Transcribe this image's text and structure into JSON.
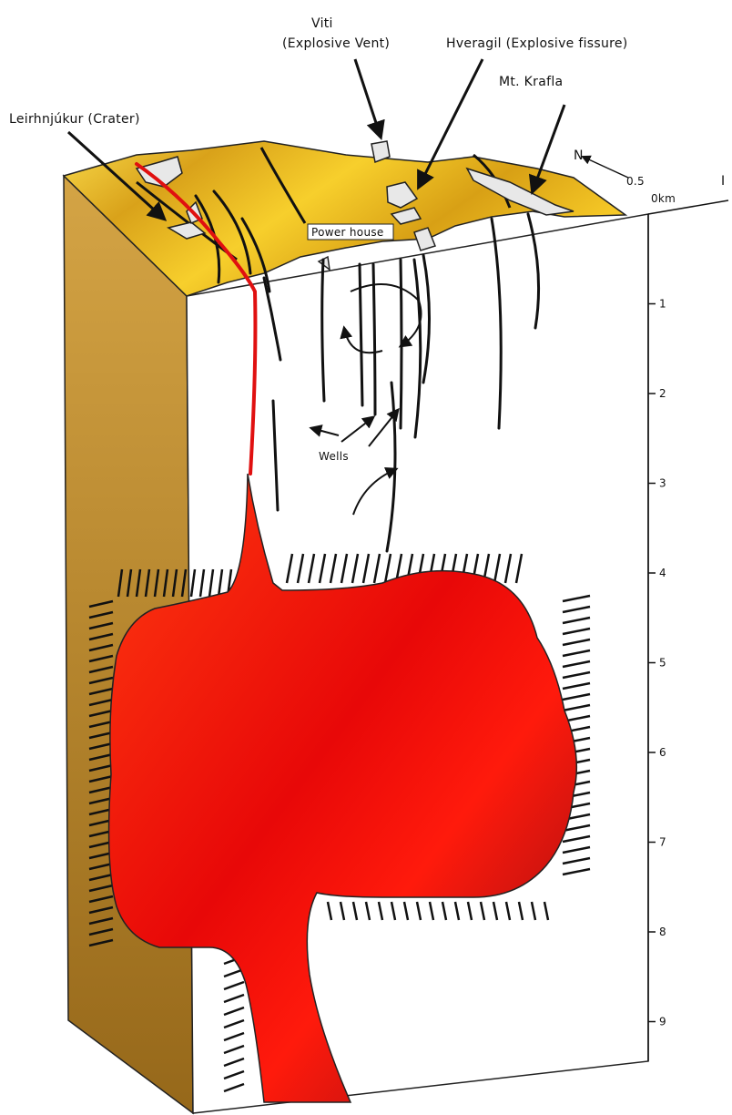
{
  "labels": {
    "viti": "Viti",
    "viti_sub": "(Explosive Vent)",
    "hveragil": "Hveragil (Explosive  fissure)",
    "krafla": "Mt.  Krafla",
    "leirhnjukur": "Leirhnjúkur (Crater)",
    "power_house": "Power house",
    "wells": "Wells",
    "north": "N",
    "scale_05": "0.5",
    "scale_0": "0km",
    "edge_fragment": "I"
  },
  "depth_scale": {
    "ticks": [
      "1",
      "2",
      "3",
      "4",
      "5",
      "6",
      "7",
      "8",
      "9"
    ]
  },
  "colors": {
    "surface_light": "#f7d23a",
    "surface_dark": "#c89312",
    "side_face_top": "#c89a3a",
    "side_face_bottom": "#9b6f1c",
    "magma_bright": "#ff2a0a",
    "magma_dark": "#8a0d10",
    "conduit_line": "#e01010"
  }
}
